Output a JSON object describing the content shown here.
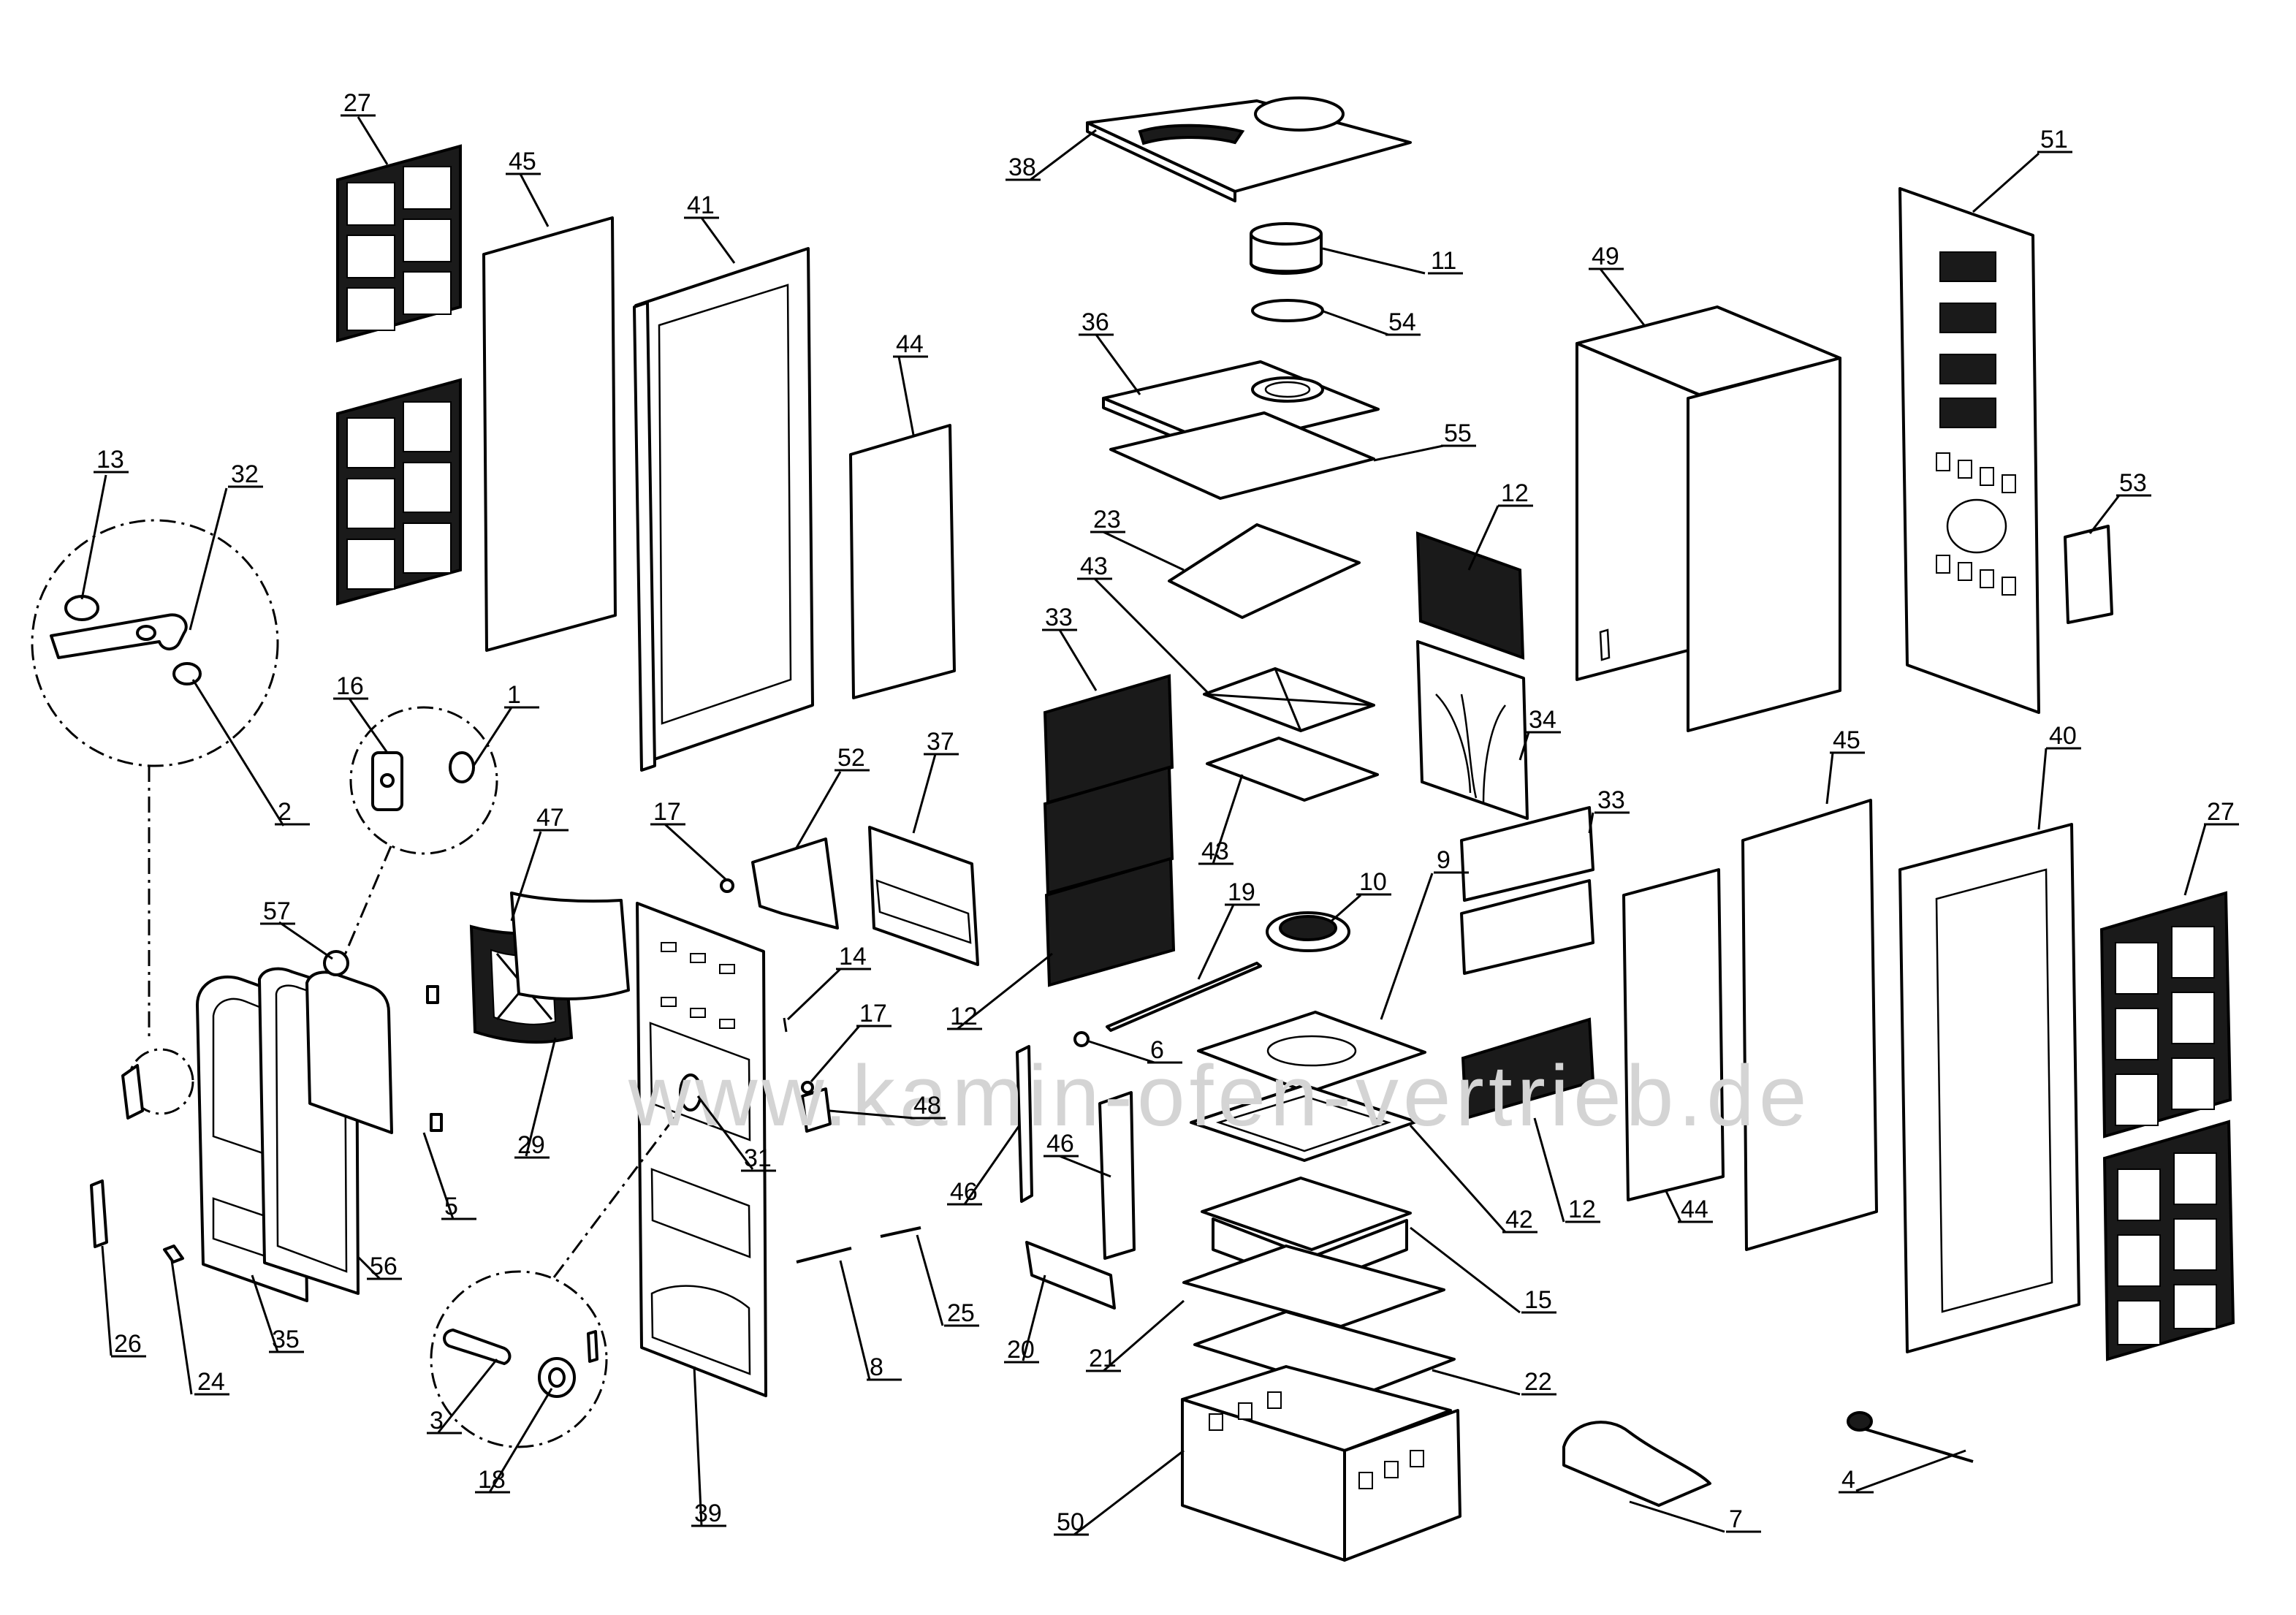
{
  "watermark": "www.kamin-ofen-vertrieb.de",
  "parts": [
    {
      "id": "p1",
      "label": "1"
    },
    {
      "id": "p2",
      "label": "2"
    },
    {
      "id": "p3",
      "label": "3"
    },
    {
      "id": "p4",
      "label": "4"
    },
    {
      "id": "p5",
      "label": "5"
    },
    {
      "id": "p6",
      "label": "6"
    },
    {
      "id": "p7",
      "label": "7"
    },
    {
      "id": "p8",
      "label": "8"
    },
    {
      "id": "p9",
      "label": "9"
    },
    {
      "id": "p10",
      "label": "10"
    },
    {
      "id": "p11",
      "label": "11"
    },
    {
      "id": "p12a",
      "label": "12"
    },
    {
      "id": "p12b",
      "label": "12"
    },
    {
      "id": "p12c",
      "label": "12"
    },
    {
      "id": "p13",
      "label": "13"
    },
    {
      "id": "p14",
      "label": "14"
    },
    {
      "id": "p15",
      "label": "15"
    },
    {
      "id": "p16",
      "label": "16"
    },
    {
      "id": "p17a",
      "label": "17"
    },
    {
      "id": "p17b",
      "label": "17"
    },
    {
      "id": "p18",
      "label": "18"
    },
    {
      "id": "p19",
      "label": "19"
    },
    {
      "id": "p20",
      "label": "20"
    },
    {
      "id": "p21",
      "label": "21"
    },
    {
      "id": "p22",
      "label": "22"
    },
    {
      "id": "p23",
      "label": "23"
    },
    {
      "id": "p24",
      "label": "24"
    },
    {
      "id": "p25",
      "label": "25"
    },
    {
      "id": "p26",
      "label": "26"
    },
    {
      "id": "p27a",
      "label": "27"
    },
    {
      "id": "p27b",
      "label": "27"
    },
    {
      "id": "p29",
      "label": "29"
    },
    {
      "id": "p31",
      "label": "31"
    },
    {
      "id": "p32",
      "label": "32"
    },
    {
      "id": "p33a",
      "label": "33"
    },
    {
      "id": "p33b",
      "label": "33"
    },
    {
      "id": "p34",
      "label": "34"
    },
    {
      "id": "p35",
      "label": "35"
    },
    {
      "id": "p36",
      "label": "36"
    },
    {
      "id": "p37",
      "label": "37"
    },
    {
      "id": "p38",
      "label": "38"
    },
    {
      "id": "p39",
      "label": "39"
    },
    {
      "id": "p40",
      "label": "40"
    },
    {
      "id": "p41",
      "label": "41"
    },
    {
      "id": "p42",
      "label": "42"
    },
    {
      "id": "p43a",
      "label": "43"
    },
    {
      "id": "p43b",
      "label": "43"
    },
    {
      "id": "p44a",
      "label": "44"
    },
    {
      "id": "p44b",
      "label": "44"
    },
    {
      "id": "p45a",
      "label": "45"
    },
    {
      "id": "p45b",
      "label": "45"
    },
    {
      "id": "p46a",
      "label": "46"
    },
    {
      "id": "p46b",
      "label": "46"
    },
    {
      "id": "p47",
      "label": "47"
    },
    {
      "id": "p48",
      "label": "48"
    },
    {
      "id": "p49",
      "label": "49"
    },
    {
      "id": "p50",
      "label": "50"
    },
    {
      "id": "p51",
      "label": "51"
    },
    {
      "id": "p52",
      "label": "52"
    },
    {
      "id": "p53",
      "label": "53"
    },
    {
      "id": "p54",
      "label": "54"
    },
    {
      "id": "p55",
      "label": "55"
    },
    {
      "id": "p56",
      "label": "56"
    },
    {
      "id": "p57",
      "label": "57"
    }
  ]
}
